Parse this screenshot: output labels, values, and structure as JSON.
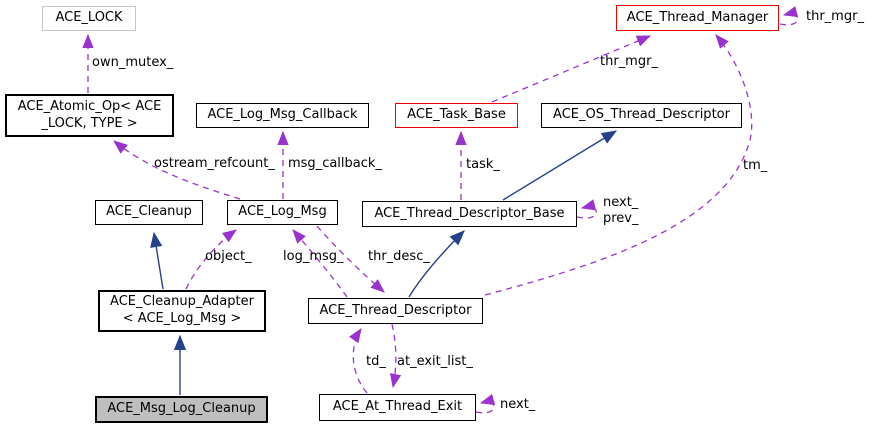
{
  "diagram": {
    "kind": "collaboration-graph",
    "colors": {
      "background": "#ffffff",
      "usage_edge": "#9a32cd",
      "inheritance_edge": "#27408b",
      "node_border": "#000000",
      "node_border_external": "#c6c6c6",
      "node_border_truncated": "#ee0000",
      "current_node_fill": "#bfbfbf",
      "text": "#000000"
    },
    "nodes": {
      "ace_lock": {
        "label": "ACE_LOCK"
      },
      "ace_thread_manager": {
        "label": "ACE_Thread_Manager"
      },
      "ace_atomic_op": {
        "label": "ACE_Atomic_Op< ACE",
        "label2": "_LOCK, TYPE >"
      },
      "ace_log_msg_callback": {
        "label": "ACE_Log_Msg_Callback"
      },
      "ace_task_base": {
        "label": "ACE_Task_Base"
      },
      "ace_os_thread_descriptor": {
        "label": "ACE_OS_Thread_Descriptor"
      },
      "ace_cleanup": {
        "label": "ACE_Cleanup"
      },
      "ace_log_msg": {
        "label": "ACE_Log_Msg"
      },
      "ace_thread_descriptor_base": {
        "label": "ACE_Thread_Descriptor_Base"
      },
      "ace_cleanup_adapter": {
        "label": "ACE_Cleanup_Adapter",
        "label2": "< ACE_Log_Msg >"
      },
      "ace_thread_descriptor": {
        "label": "ACE_Thread_Descriptor"
      },
      "ace_msg_log_cleanup": {
        "label": "ACE_Msg_Log_Cleanup"
      },
      "ace_at_thread_exit": {
        "label": "ACE_At_Thread_Exit"
      }
    },
    "edge_labels": {
      "own_mutex": "own_mutex_",
      "thr_mgr": "thr_mgr_",
      "thr_mgr_self": "thr_mgr_",
      "ostream_refcount": "ostream_refcount_",
      "msg_callback": "msg_callback_",
      "task": "task_",
      "tm": "tm_",
      "next_top": "next_",
      "prev_top": "prev_",
      "object": "object_",
      "log_msg": "log_msg_",
      "thr_desc": "thr_desc_",
      "td": "td_",
      "at_exit_list": "at_exit_list_",
      "next_bottom": "next_"
    }
  }
}
